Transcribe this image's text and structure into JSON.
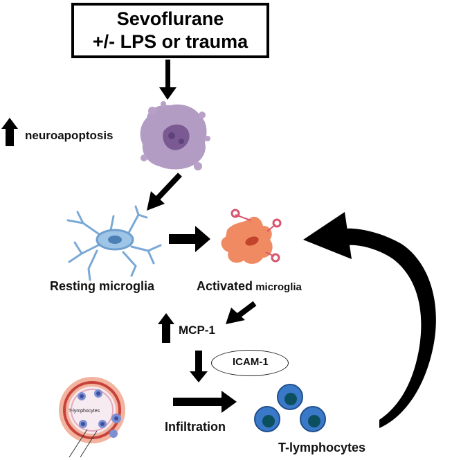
{
  "title": {
    "line1": "Sevoflurane",
    "line2": "+/- LPS or trauma"
  },
  "labels": {
    "neuroapoptosis": "neuroapoptosis",
    "resting_microglia": "Resting microglia",
    "activated": "Activated",
    "activated_microglia_suffix": " microglia",
    "mcp1": "MCP-1",
    "icam1": "ICAM-1",
    "infiltration": "Infiltration",
    "t_lymphocytes": "T-lymphocytes",
    "vessel_inner": "T-lymphocytes"
  },
  "colors": {
    "arrow": "#000000",
    "apoptotic_cell": "#a58bb8",
    "apoptotic_nucleus": "#7b5a94",
    "resting_microglia": "#9ec4e6",
    "activated_microglia": "#f08a62",
    "activated_tips": "#d9546f",
    "t_cell_outer": "#3a78c8",
    "t_cell_inner": "#0c4f5e",
    "vessel_outer": "#f2b49e",
    "vessel_ring": "#c8413c"
  },
  "icons": {
    "up_arrow": "arrow-up-icon",
    "down_arrow": "arrow-down-icon",
    "right_arrow": "arrow-right-icon",
    "curved_arrow": "curved-feedback-arrow-icon"
  }
}
